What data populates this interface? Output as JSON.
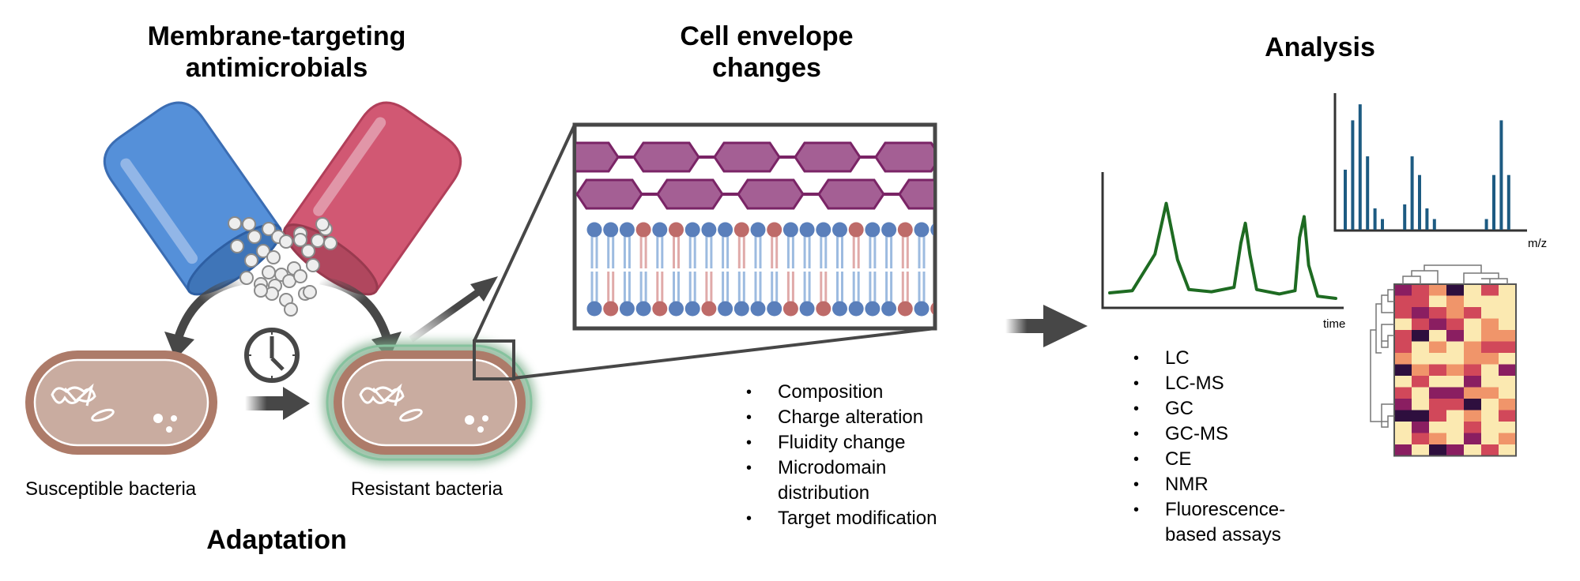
{
  "panels": {
    "antimicrobials": {
      "title_line1": "Membrane-targeting",
      "title_line2": "antimicrobials"
    },
    "adaptation": {
      "title": "Adaptation",
      "susceptible_label": "Susceptible bacteria",
      "resistant_label": "Resistant bacteria"
    },
    "envelope": {
      "title_line1": "Cell envelope",
      "title_line2": "changes",
      "bullets": [
        "Composition",
        "Charge alteration",
        "Fluidity change",
        "Microdomain distribution",
        "Target modification"
      ],
      "upper_head_types": [
        "b",
        "b",
        "b",
        "r",
        "b",
        "r",
        "b",
        "b",
        "b",
        "r",
        "b",
        "r",
        "b",
        "b",
        "b",
        "b",
        "r",
        "b",
        "b",
        "r",
        "b",
        "b"
      ],
      "lower_head_types": [
        "b",
        "r",
        "b",
        "b",
        "r",
        "b",
        "b",
        "r",
        "b",
        "b",
        "b",
        "b",
        "r",
        "b",
        "r",
        "b",
        "b",
        "b",
        "b",
        "r",
        "b",
        "r"
      ]
    },
    "analysis": {
      "title": "Analysis",
      "bullets": [
        "LC",
        "LC-MS",
        "GC",
        "GC-MS",
        "CE",
        "NMR",
        "Fluorescence-based assays"
      ]
    }
  },
  "colors": {
    "capsule_blue": "#5590d9",
    "capsule_red": "#d15873",
    "cell_outer": "#ad7b69",
    "cell_inner": "#c9aca0",
    "resistant_halo": "#7fae8c",
    "peptidoglycan_fill": "#a45f94",
    "peptidoglycan_stroke": "#7a2466",
    "lipid_blue": "#5a7fbb",
    "lipid_red": "#be6b69",
    "chromatogram": "#1e6b22",
    "ms_bars": "#1d5b82",
    "arrow": "#474747"
  },
  "chart_data": [
    {
      "type": "line",
      "title": "Chromatogram (schematic)",
      "xlabel": "time",
      "ylabel": "",
      "x": [
        0,
        0.1,
        0.2,
        0.25,
        0.3,
        0.35,
        0.45,
        0.55,
        0.58,
        0.6,
        0.62,
        0.65,
        0.75,
        0.82,
        0.84,
        0.86,
        0.88,
        0.92,
        1.0
      ],
      "y": [
        0.05,
        0.07,
        0.4,
        0.86,
        0.35,
        0.08,
        0.06,
        0.1,
        0.5,
        0.68,
        0.4,
        0.08,
        0.04,
        0.07,
        0.55,
        0.74,
        0.3,
        0.02,
        0.0
      ],
      "ylim": [
        0,
        1
      ]
    },
    {
      "type": "bar",
      "title": "Mass spectrum (schematic)",
      "xlabel": "m/z",
      "ylabel": "",
      "x": [
        1,
        2,
        3,
        4,
        5,
        6,
        9,
        10,
        11,
        12,
        13,
        20,
        21,
        22,
        23
      ],
      "values": [
        0.45,
        0.82,
        0.94,
        0.55,
        0.16,
        0.08,
        0.19,
        0.55,
        0.41,
        0.16,
        0.08,
        0.08,
        0.41,
        0.82,
        0.41
      ],
      "ylim": [
        0,
        1
      ]
    },
    {
      "type": "heatmap",
      "title": "Clustered heatmap (schematic)",
      "rows": 15,
      "cols": 7,
      "scale": [
        "#fbe9b1",
        "#f0956a",
        "#d1485a",
        "#8a1e61",
        "#2e0f3e"
      ],
      "values": [
        [
          3,
          2,
          1,
          4,
          0,
          2,
          0
        ],
        [
          2,
          2,
          0,
          1,
          0,
          0,
          0
        ],
        [
          2,
          3,
          2,
          1,
          2,
          0,
          0
        ],
        [
          0,
          2,
          3,
          2,
          0,
          1,
          0
        ],
        [
          2,
          4,
          0,
          3,
          0,
          1,
          1
        ],
        [
          2,
          0,
          1,
          0,
          1,
          2,
          2
        ],
        [
          1,
          0,
          0,
          0,
          1,
          1,
          0
        ],
        [
          4,
          1,
          2,
          1,
          2,
          0,
          3
        ],
        [
          0,
          2,
          0,
          0,
          3,
          0,
          0
        ],
        [
          2,
          0,
          3,
          3,
          1,
          1,
          0
        ],
        [
          3,
          0,
          2,
          2,
          4,
          0,
          1
        ],
        [
          4,
          4,
          2,
          0,
          1,
          0,
          2
        ],
        [
          0,
          3,
          0,
          0,
          2,
          0,
          0
        ],
        [
          0,
          2,
          1,
          0,
          3,
          0,
          1
        ],
        [
          3,
          0,
          4,
          3,
          0,
          2,
          0
        ]
      ]
    }
  ]
}
